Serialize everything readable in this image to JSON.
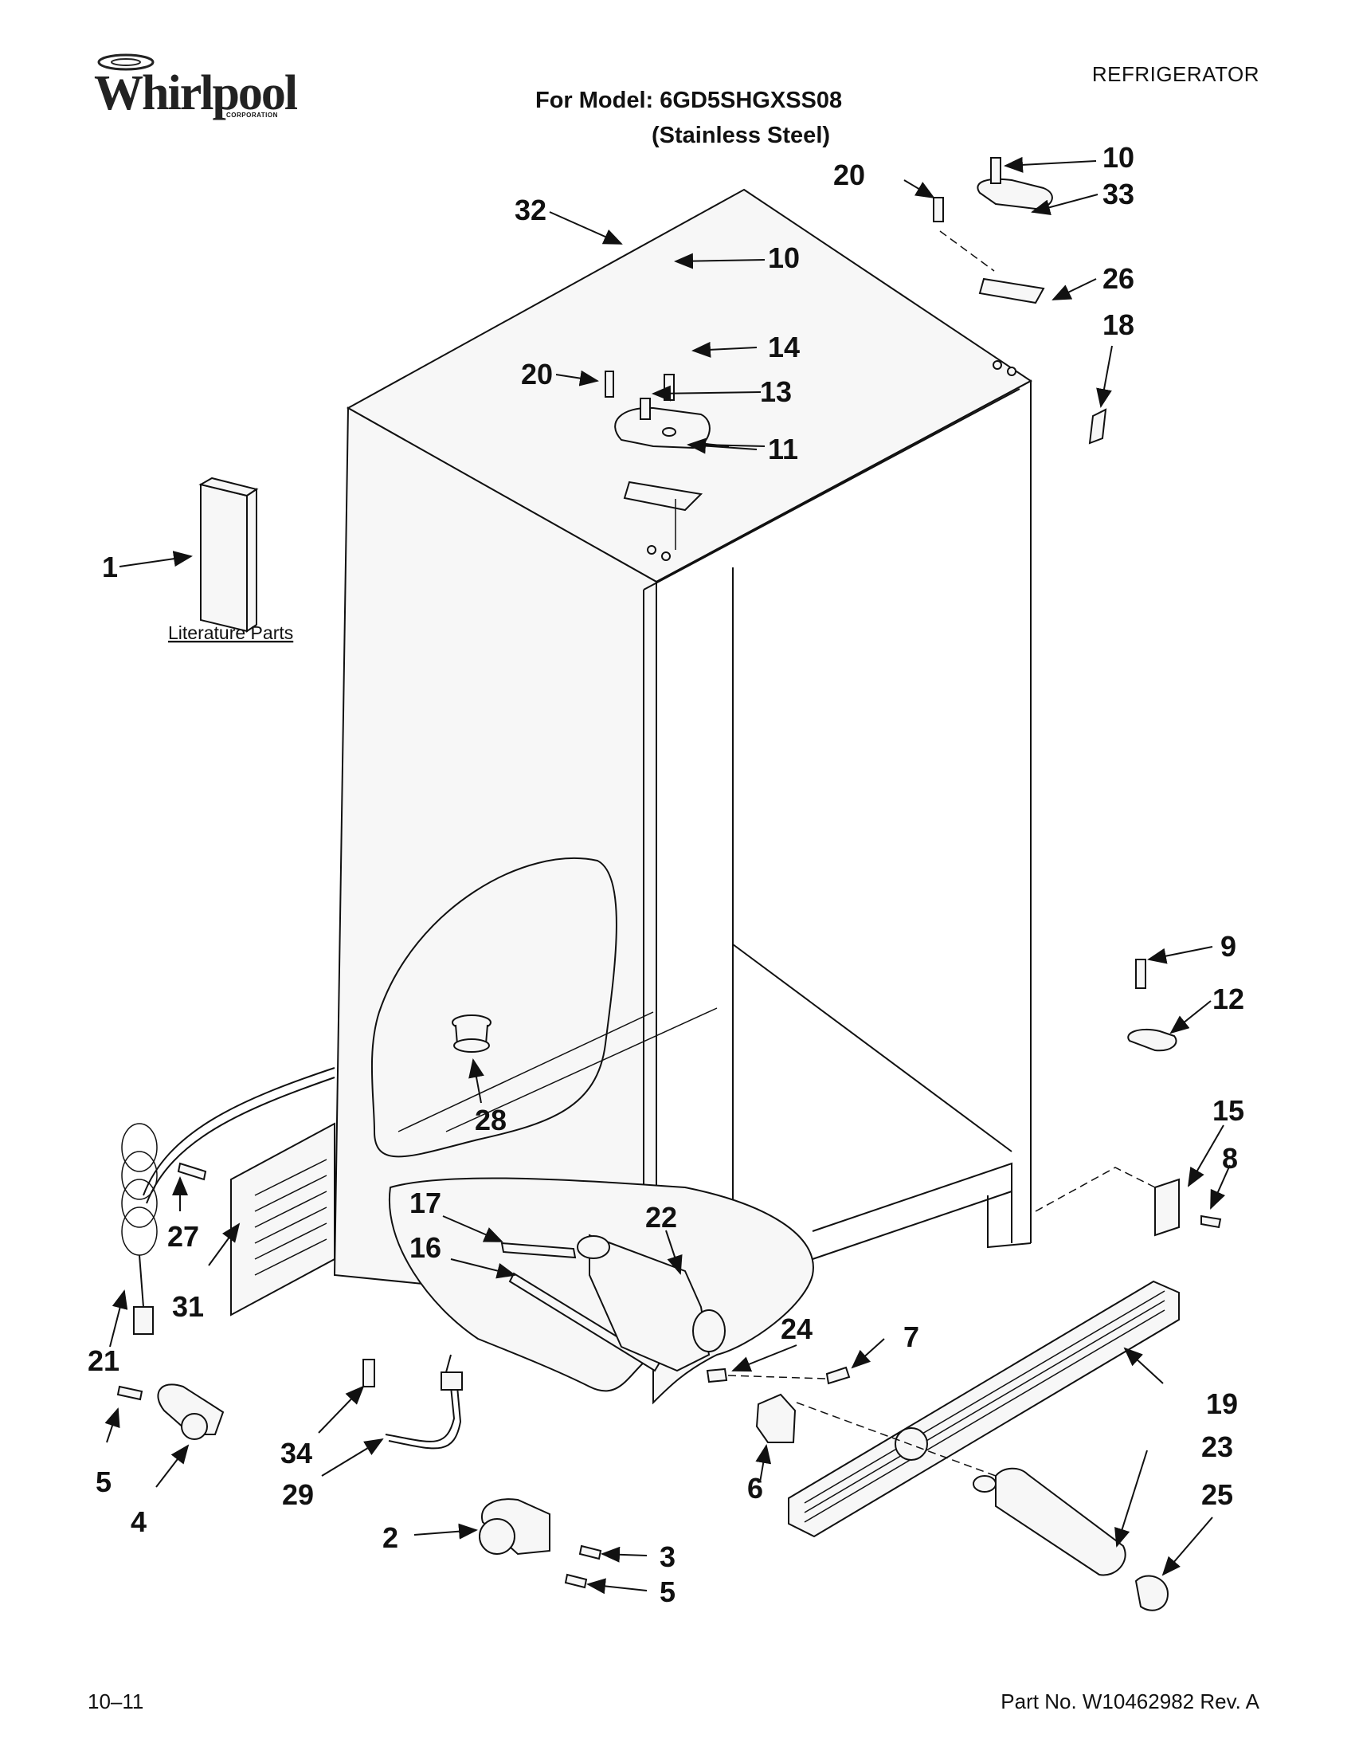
{
  "header": {
    "brand": "Whirlpool",
    "brand_sub": "CORPORATION",
    "category": "REFRIGERATOR",
    "model_line": "For Model: 6GD5SHGXSS08",
    "finish_line": "(Stainless Steel)"
  },
  "footer": {
    "date": "10–11",
    "part_number": "Part No. W10462982 Rev. A"
  },
  "literature_label": "Literature Parts",
  "callouts": {
    "c1": "1",
    "c2": "2",
    "c3": "3",
    "c4": "4",
    "c5a": "5",
    "c5b": "5",
    "c6": "6",
    "c7": "7",
    "c8": "8",
    "c9": "9",
    "c10a": "10",
    "c10b": "10",
    "c11": "11",
    "c12": "12",
    "c13": "13",
    "c14": "14",
    "c15": "15",
    "c16": "16",
    "c17": "17",
    "c18": "18",
    "c19": "19",
    "c20a": "20",
    "c20b": "20",
    "c21": "21",
    "c22": "22",
    "c23": "23",
    "c24": "24",
    "c25": "25",
    "c26": "26",
    "c27": "27",
    "c28": "28",
    "c29": "29",
    "c31": "31",
    "c32": "32",
    "c33": "33",
    "c34": "34"
  }
}
